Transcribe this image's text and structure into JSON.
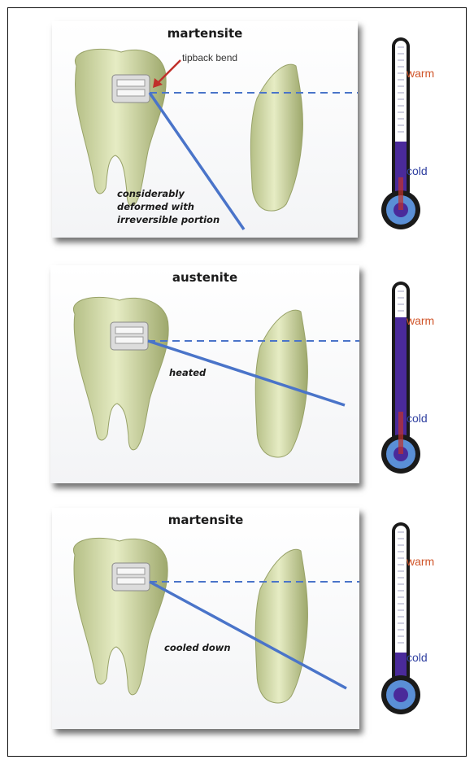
{
  "panels": [
    {
      "title": "martensite",
      "annotation_lines": [
        "considerably",
        "deformed with",
        "irreversible portion"
      ],
      "callout": "tipback bend",
      "thermometer": {
        "warm_label": "warm",
        "cold_label": "cold",
        "fill_level": "cold"
      }
    },
    {
      "title": "austenite",
      "annotation_lines": [
        "heated"
      ],
      "thermometer": {
        "warm_label": "warm",
        "cold_label": "cold",
        "fill_level": "warm"
      }
    },
    {
      "title": "martensite",
      "annotation_lines": [
        "cooled down"
      ],
      "thermometer": {
        "warm_label": "warm",
        "cold_label": "cold",
        "fill_level": "cold"
      }
    }
  ],
  "colors": {
    "wire": "#4a74c9",
    "tooth": "#d9e0b3",
    "arrow": "#c0302a",
    "mercury": "#4a2a9a",
    "bulb_ring": "#5a8fd6"
  }
}
